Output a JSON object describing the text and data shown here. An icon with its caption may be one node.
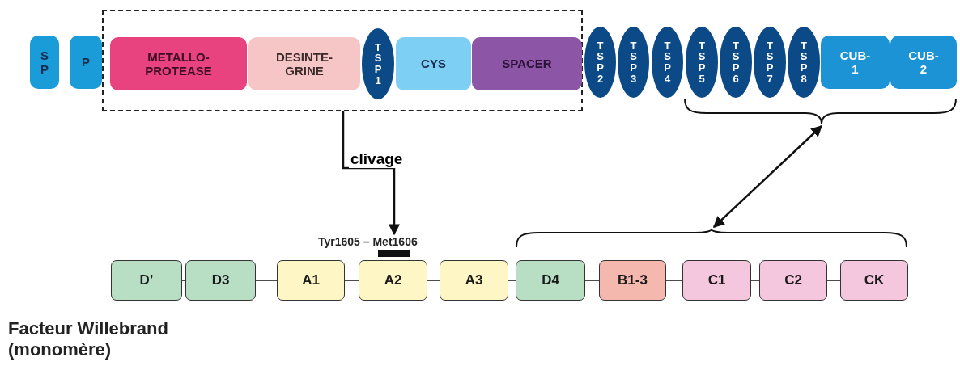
{
  "diagram": {
    "nodes": [
      {
        "text": [
          "S P"
        ]
      },
      {
        "text": [
          "P"
        ]
      },
      {
        "text": [],
        "shape": "box"
      },
      {
        "text": [
          "METALLO- PROTEASE"
        ],
        "in": 2
      },
      {
        "text": [
          "DESINTE- GRINE"
        ],
        "in": 2
      },
      {
        "text": [
          "T S P 1"
        ],
        "in": 2
      },
      {
        "text": [
          "CYS"
        ],
        "in": 2
      },
      {
        "text": [
          "SPACER"
        ],
        "in": 2
      },
      {
        "text": [
          "T S P 2"
        ]
      },
      {
        "text": [
          "T S P 3"
        ]
      },
      {
        "text": [
          "T S P 4"
        ]
      },
      {
        "text": [
          "T S P 5"
        ]
      },
      {
        "text": [
          "T S P 6"
        ]
      },
      {
        "text": [
          "T S P 7"
        ]
      },
      {
        "text": [
          "T S P 8"
        ]
      },
      {
        "text": [
          "CUB- 1"
        ]
      },
      {
        "text": [
          "CUB- 2"
        ]
      },
      {
        "text": [],
        "shape": "bracket"
      },
      {
        "text": [
          "D’"
        ]
      },
      {
        "text": [
          "D3"
        ]
      },
      {
        "text": [
          "A1"
        ]
      },
      {
        "text": [
          "A2"
        ]
      },
      {
        "text": [
          "A3"
        ]
      },
      {
        "text": [
          "D4"
        ]
      },
      {
        "text": [
          "B1-3"
        ]
      },
      {
        "text": [
          "C1"
        ]
      },
      {
        "text": [
          "C2"
        ]
      },
      {
        "text": [
          "CK"
        ]
      },
      {
        "text": [],
        "shape": "bracket"
      }
    ],
    "edges": [
      {
        "from": 2,
        "to": 21,
        "arrow": "to",
        "label": "clivage"
      },
      {
        "from": 17,
        "to": 28,
        "arrow": "both"
      },
      {
        "from": 18,
        "to": 19,
        "arrow": "none"
      },
      {
        "from": 19,
        "to": 20,
        "arrow": "none"
      },
      {
        "from": 20,
        "to": 21,
        "arrow": "none"
      },
      {
        "from": 21,
        "to": 22,
        "arrow": "none"
      },
      {
        "from": 22,
        "to": 23,
        "arrow": "none"
      },
      {
        "from": 23,
        "to": 24,
        "arrow": "none"
      },
      {
        "from": 24,
        "to": 25,
        "arrow": "none"
      },
      {
        "from": 25,
        "to": 26,
        "arrow": "none"
      },
      {
        "from": 26,
        "to": 27,
        "arrow": "none"
      }
    ],
    "labels": [
      "Tyr1605 – Met1606",
      "Facteur Willebrand (monomère)"
    ]
  }
}
